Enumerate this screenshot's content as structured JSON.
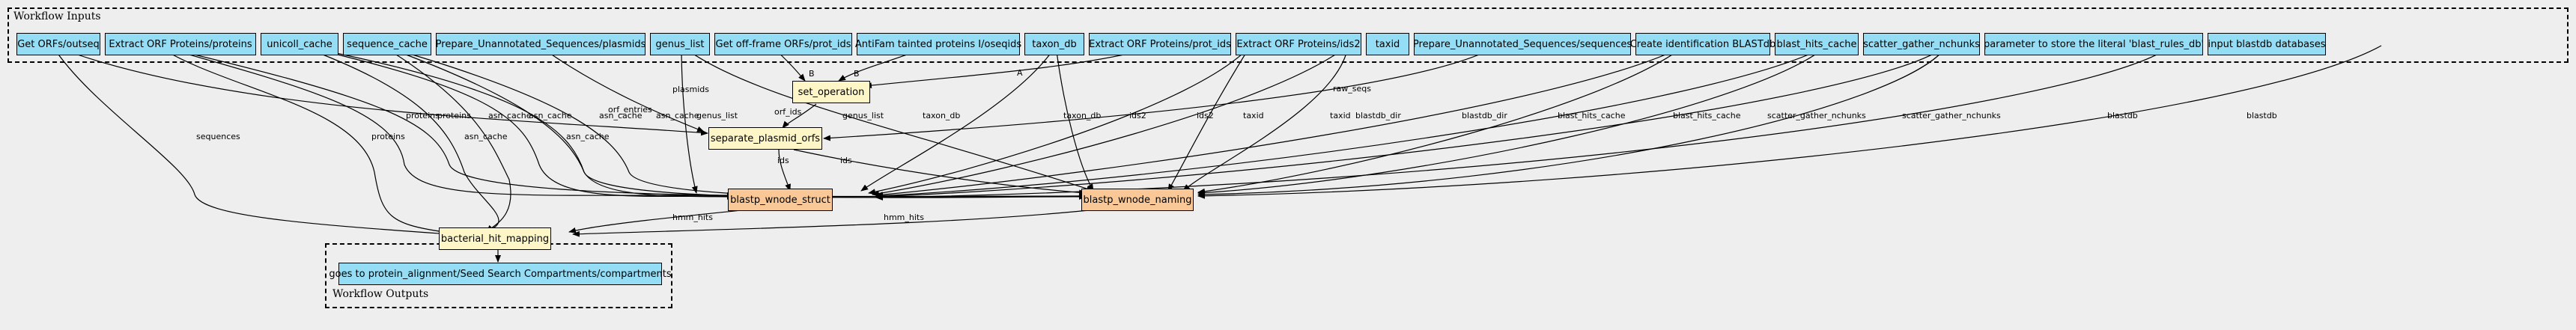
{
  "clusters": {
    "inputs_label": "Workflow Inputs",
    "outputs_label": "Workflow Outputs"
  },
  "inputs": [
    "Get ORFs/outseq",
    "Extract ORF Proteins/proteins",
    "unicoll_cache",
    "sequence_cache",
    "Prepare_Unannotated_Sequences/plasmids",
    "genus_list",
    "Get off-frame ORFs/prot_ids",
    "AntiFam tainted proteins I/oseqids",
    "taxon_db",
    "Extract ORF Proteins/prot_ids",
    "Extract ORF Proteins/ids2",
    "taxid",
    "Prepare_Unannotated_Sequences/sequences",
    "Create identification BLASTdb",
    "blast_hits_cache",
    "scatter_gather_nchunks",
    "parameter to store the literal 'blast_rules_db'",
    "input blastdb databases"
  ],
  "steps": {
    "set_operation": "set_operation",
    "separate_plasmid_orfs": "separate_plasmid_orfs",
    "blastp_wnode_struct": "blastp_wnode_struct",
    "blastp_wnode_naming": "blastp_wnode_naming",
    "bacterial_hit_mapping": "bacterial_hit_mapping"
  },
  "outputs": [
    "goes to protein_alignment/Seed Search Compartments/compartments"
  ],
  "edge_labels": {
    "sequences": "sequences",
    "proteins": "proteins",
    "proteins_a": "proteins",
    "proteins_b": "proteins",
    "asn_cache_1": "asn_cache",
    "asn_cache_2": "asn_cache",
    "asn_cache_3": "asn_cache",
    "asn_cache_4": "asn_cache",
    "asn_cache_5": "asn_cache",
    "asn_cache_6": "asn_cache",
    "genus_list_1": "genus_list",
    "genus_list_2": "genus_list",
    "plasmids": "plasmids",
    "orf_entries": "orf_entries",
    "orf_ids": "orf_ids",
    "B1": "B",
    "B2": "B",
    "A": "A",
    "taxon_db_1": "taxon_db",
    "taxon_db_2": "taxon_db",
    "ids2_1": "ids2",
    "ids2_2": "ids2",
    "taxid_1": "taxid",
    "taxid_2": "taxid",
    "raw_seqs": "raw_seqs",
    "blastdb_dir_1": "blastdb_dir",
    "blastdb_dir_2": "blastdb_dir",
    "blast_hits_cache_1": "blast_hits_cache",
    "blast_hits_cache_2": "blast_hits_cache",
    "scatter_1": "scatter_gather_nchunks",
    "scatter_2": "scatter_gather_nchunks",
    "blastdb_1": "blastdb",
    "blastdb_2": "blastdb",
    "ids": "ids",
    "ids_b": "ids",
    "hmm_hits_1": "hmm_hits",
    "hmm_hits_2": "hmm_hits"
  },
  "colors": {
    "input_fill": "#94ddf4",
    "step_fill": "#fff6c8",
    "blast_fill": "#f9c896",
    "background": "#eeeeee"
  }
}
